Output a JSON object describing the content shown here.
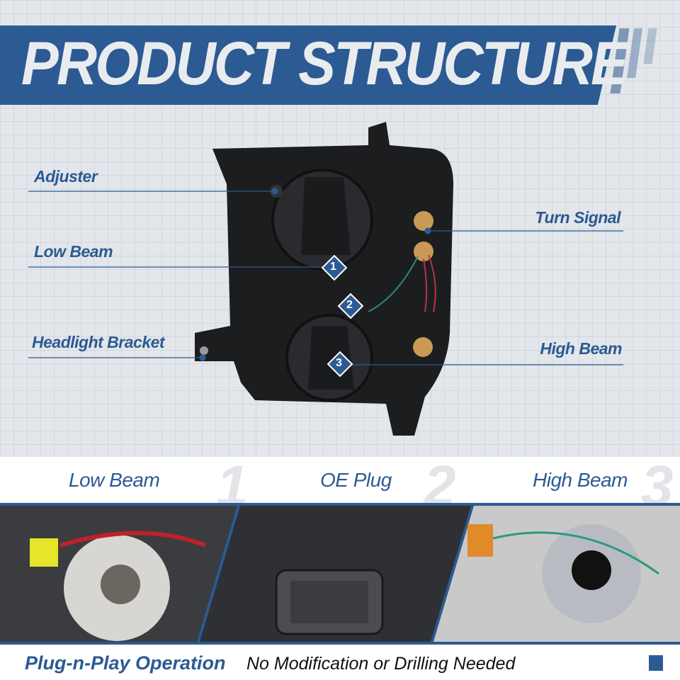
{
  "title": "PRODUCT STRUCTURE",
  "callouts": {
    "adjuster": "Adjuster",
    "low_beam": "Low Beam",
    "bracket": "Headlight Bracket",
    "turn_signal": "Turn Signal",
    "high_beam": "High Beam"
  },
  "markers": [
    "1",
    "2",
    "3"
  ],
  "panels": [
    {
      "label": "Low Beam",
      "num": "1"
    },
    {
      "label": "OE Plug",
      "num": "2"
    },
    {
      "label": "High Beam",
      "num": "3"
    }
  ],
  "footer": {
    "headline": "Plug-n-Play Operation",
    "text": "No Modification or Drilling Needed"
  },
  "colors": {
    "brand": "#2c5a93"
  }
}
